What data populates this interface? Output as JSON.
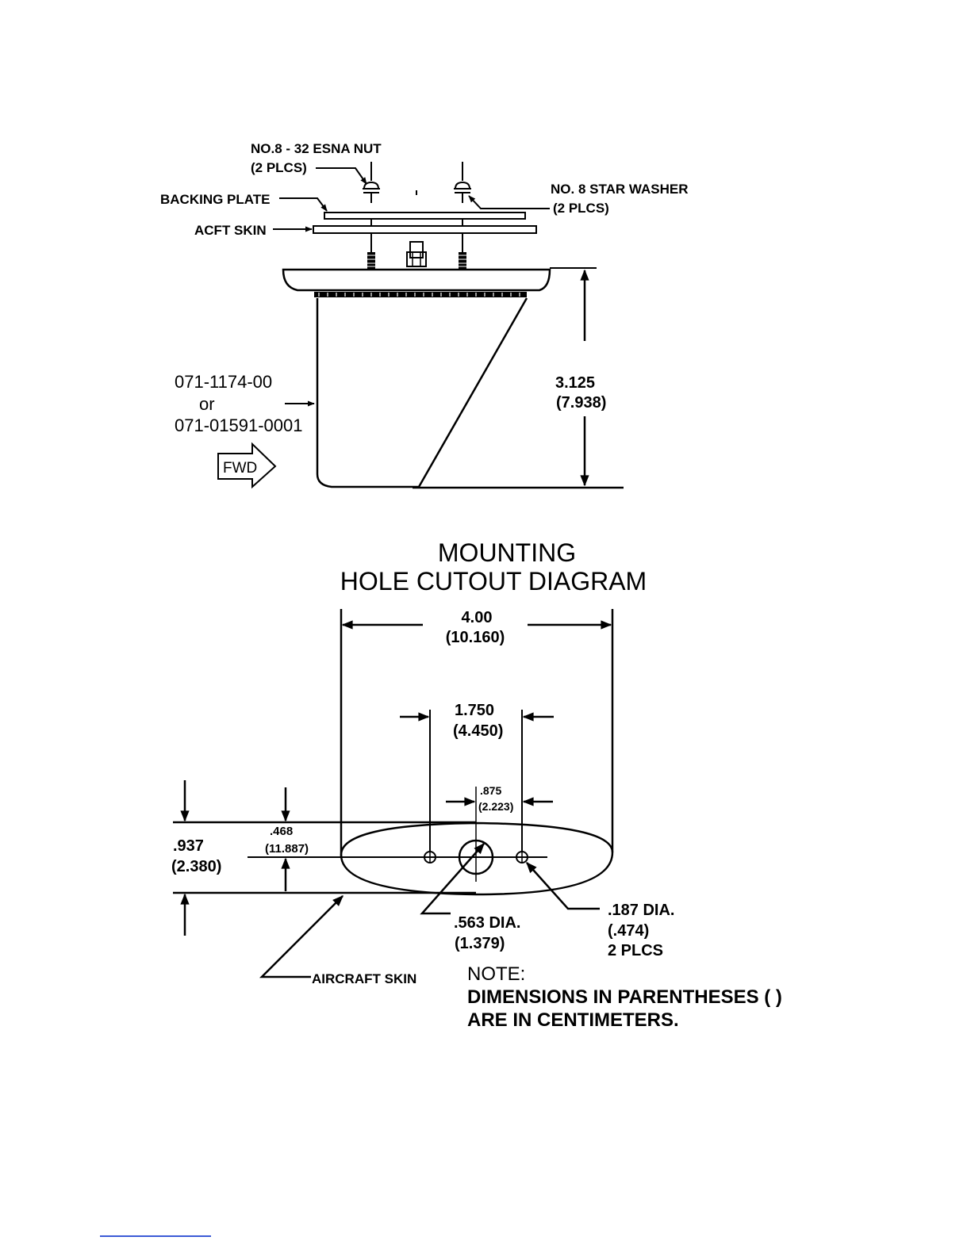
{
  "top_view": {
    "esna_nut": {
      "line1": "NO.8 - 32 ESNA NUT",
      "line2": "(2 PLCS)"
    },
    "backing_plate": "BACKING PLATE",
    "acft_skin": "ACFT SKIN",
    "star_washer": {
      "line1": "NO. 8 STAR WASHER",
      "line2": "(2 PLCS)"
    },
    "part_numbers": {
      "line1": "071-1174-00",
      "line2": "or",
      "line3": "071-01591-0001"
    },
    "fwd_label": "FWD",
    "height_dim": {
      "value": "3.125",
      "metric": "(7.938)"
    }
  },
  "cutout": {
    "title_line1": "MOUNTING",
    "title_line2": "HOLE CUTOUT DIAGRAM",
    "width_dim": {
      "value": "4.00",
      "metric": "(10.160)"
    },
    "bolt_spacing": {
      "value": "1.750",
      "metric": "(4.450)"
    },
    "half_offset": {
      "value": ".875",
      "metric": "(2.223)"
    },
    "total_height": {
      "value": ".937",
      "metric": "(2.380)"
    },
    "half_height": {
      "value": ".468",
      "metric": "(11.887)"
    },
    "center_hole": {
      "value": ".563 DIA.",
      "metric": "(1.379)"
    },
    "bolt_hole": {
      "value": ".187 DIA.",
      "metric": "(.474)",
      "qty": "2 PLCS"
    },
    "aircraft_skin": "AIRCRAFT SKIN"
  },
  "note": {
    "heading": "NOTE:",
    "line1": "DIMENSIONS IN PARENTHESES ( )",
    "line2": "ARE IN CENTIMETERS."
  }
}
